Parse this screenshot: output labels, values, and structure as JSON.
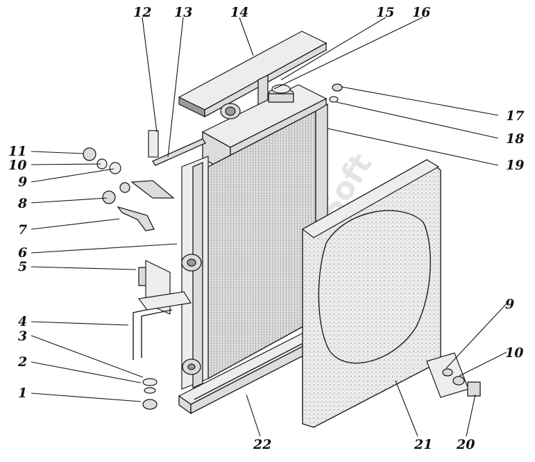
{
  "figure": {
    "watermark": "AutoSoft",
    "callouts": [
      "1",
      "2",
      "3",
      "4",
      "5",
      "6",
      "7",
      "8",
      "9",
      "10",
      "11",
      "12",
      "13",
      "14",
      "15",
      "16",
      "17",
      "18",
      "19",
      "20",
      "21",
      "22"
    ]
  },
  "parts": [
    {
      "id": "radiator-core",
      "name": "radiator core"
    },
    {
      "id": "fan-shroud",
      "name": "fan shroud"
    }
  ]
}
